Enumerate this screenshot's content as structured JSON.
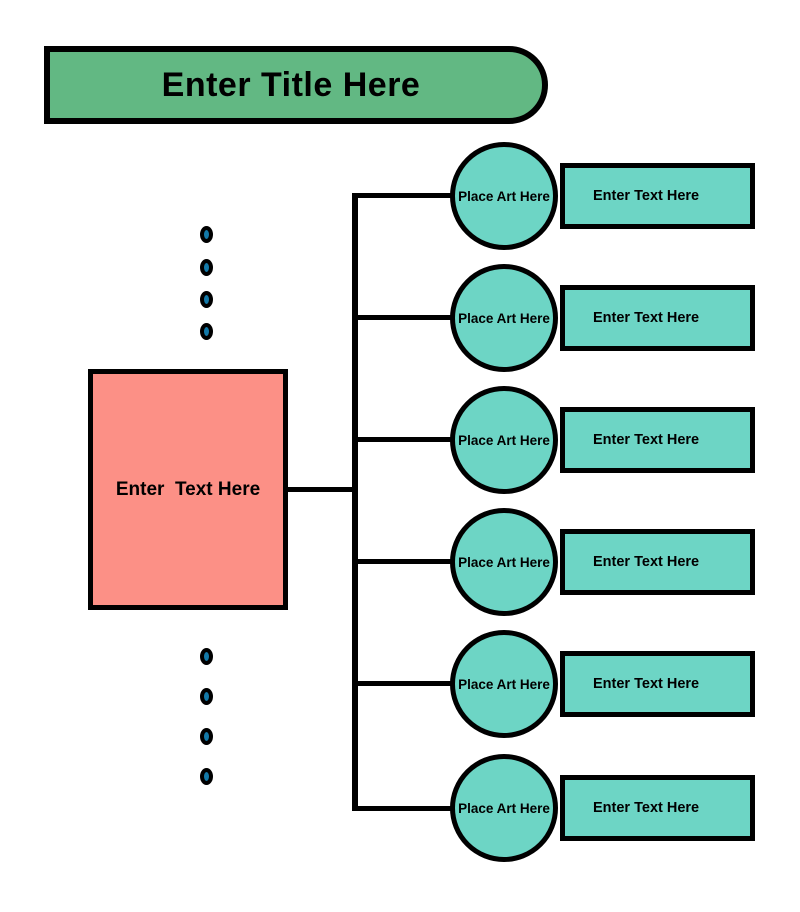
{
  "diagram": {
    "type": "hub-and-spoke list diagram",
    "background_color": "#ffffff",
    "title_banner": {
      "label": "Enter Title Here",
      "fill_color": "#62b883",
      "stroke_color": "#000000"
    },
    "main_node": {
      "label": "Enter  Text Here",
      "fill_color": "#fc9086",
      "stroke_color": "#000000"
    },
    "connector_color": "#000000",
    "rows": [
      {
        "circle_label": "Place Art Here",
        "text_label": "Enter Text Here"
      },
      {
        "circle_label": "Place Art Here",
        "text_label": "Enter Text Here"
      },
      {
        "circle_label": "Place Art Here",
        "text_label": "Enter Text Here"
      },
      {
        "circle_label": "Place Art Here",
        "text_label": "Enter Text Here"
      },
      {
        "circle_label": "Place Art Here",
        "text_label": "Enter Text Here"
      },
      {
        "circle_label": "Place Art Here",
        "text_label": "Enter Text Here"
      }
    ],
    "row_fill_color": "#6dd5c5",
    "ellipsis": {
      "dot_fill_color": "#1379a8",
      "dot_stroke_color": "#000000",
      "top_group_count": 4,
      "bottom_group_count": 4
    }
  }
}
